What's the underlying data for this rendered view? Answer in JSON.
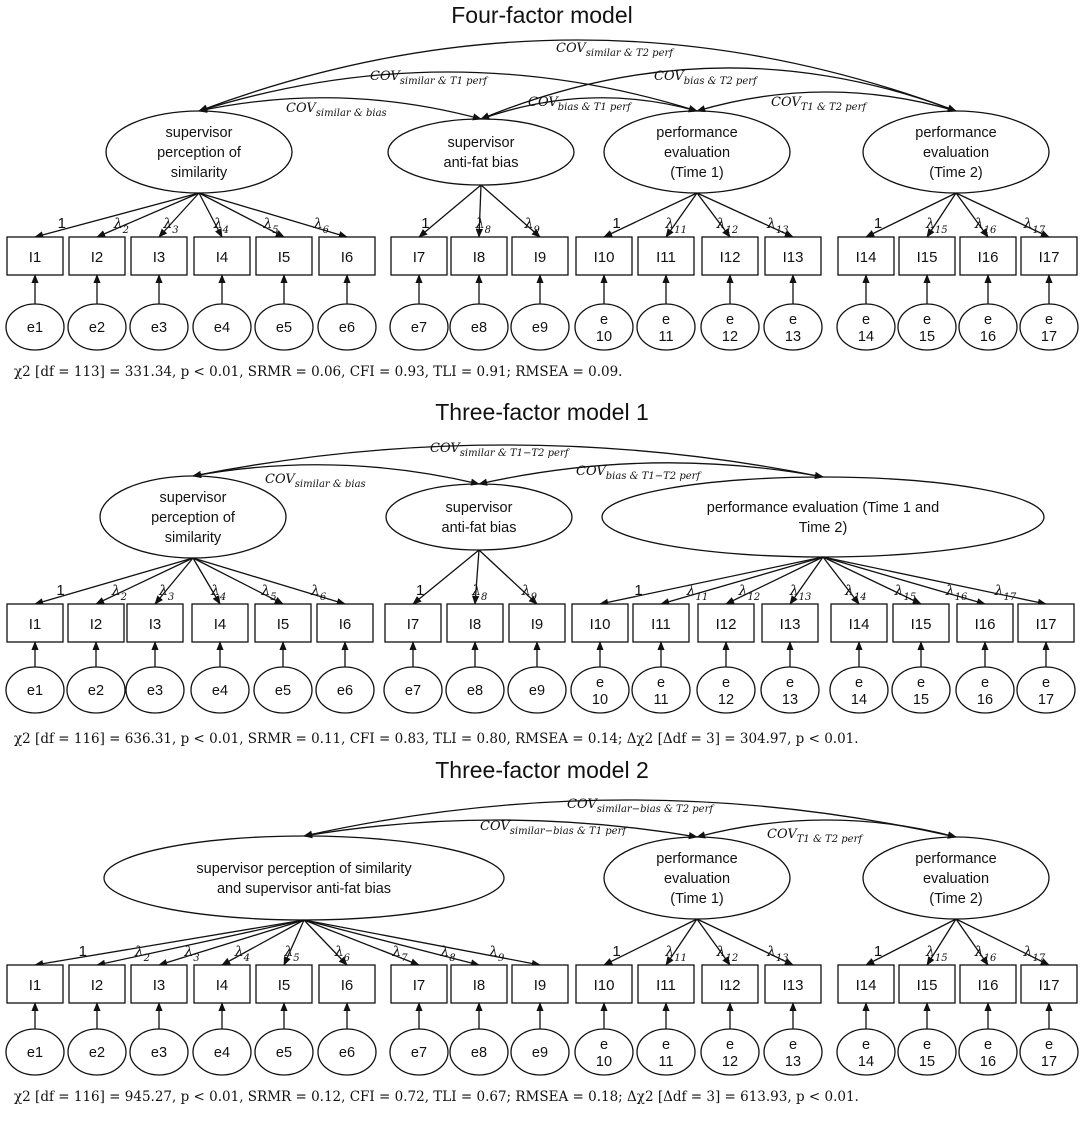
{
  "models": [
    {
      "title": "Four-factor model",
      "fit": "χ2 [df = 113] = 331.34, p < 0.01, SRMR = 0.06, CFI = 0.93, TLI = 0.91; RMSEA = 0.09.",
      "factors": [
        {
          "id": "sim",
          "lines": [
            "supervisor",
            "perception of",
            "similarity"
          ]
        },
        {
          "id": "bias",
          "lines": [
            "supervisor",
            "anti-fat bias"
          ]
        },
        {
          "id": "t1",
          "lines": [
            "performance",
            "evaluation",
            "(Time 1)"
          ]
        },
        {
          "id": "t2",
          "lines": [
            "performance",
            "evaluation",
            "(Time 2)"
          ]
        }
      ],
      "items": [
        "I1",
        "I2",
        "I3",
        "I4",
        "I5",
        "I6",
        "I7",
        "I8",
        "I9",
        "I10",
        "I11",
        "I12",
        "I13",
        "I14",
        "I15",
        "I16",
        "I17"
      ],
      "errors": [
        "e1",
        "e2",
        "e3",
        "e4",
        "e5",
        "e6",
        "e7",
        "e8",
        "e9",
        "e\n10",
        "e\n11",
        "e\n12",
        "e\n13",
        "e\n14",
        "e\n15",
        "e\n16",
        "e\n17"
      ],
      "loadings": [
        "1",
        "λ2",
        "λ3",
        "λ4",
        "λ5",
        "λ6",
        "1",
        "λ8",
        "λ9",
        "1",
        "λ11",
        "λ12",
        "λ13",
        "1",
        "λ15",
        "λ16",
        "λ17"
      ],
      "covariances": [
        {
          "main": "COV",
          "sub": "similar & T2 perf"
        },
        {
          "main": "COV",
          "sub": "similar & T1 perf"
        },
        {
          "main": "COV",
          "sub": "bias & T2 perf"
        },
        {
          "main": "COV",
          "sub": "similar & bias"
        },
        {
          "main": "COV",
          "sub": "bias & T1 perf"
        },
        {
          "main": "COV",
          "sub": "T1 & T2 perf"
        }
      ]
    },
    {
      "title": "Three-factor model 1",
      "fit": "χ2 [df = 116] = 636.31, p < 0.01, SRMR = 0.11, CFI = 0.83, TLI = 0.80, RMSEA = 0.14; Δχ2 [Δdf = 3] = 304.97, p < 0.01.",
      "factors": [
        {
          "id": "sim",
          "lines": [
            "supervisor",
            "perception of",
            "similarity"
          ]
        },
        {
          "id": "bias",
          "lines": [
            "supervisor",
            "anti-fat bias"
          ]
        },
        {
          "id": "perf",
          "lines": [
            "performance evaluation (Time 1 and",
            "Time 2)"
          ]
        }
      ],
      "items": [
        "I1",
        "I2",
        "I3",
        "I4",
        "I5",
        "I6",
        "I7",
        "I8",
        "I9",
        "I10",
        "I11",
        "I12",
        "I13",
        "I14",
        "I15",
        "I16",
        "I17"
      ],
      "errors": [
        "e1",
        "e2",
        "e3",
        "e4",
        "e5",
        "e6",
        "e7",
        "e8",
        "e9",
        "e\n10",
        "e\n11",
        "e\n12",
        "e\n13",
        "e\n14",
        "e\n15",
        "e\n16",
        "e\n17"
      ],
      "loadings": [
        "1",
        "λ2",
        "λ3",
        "λ4",
        "λ5",
        "λ6",
        "1",
        "λ8",
        "λ9",
        "1",
        "λ11",
        "λ12",
        "λ13",
        "λ14",
        "λ15",
        "λ16",
        "λ17"
      ],
      "covariances": [
        {
          "main": "COV",
          "sub": "similar & T1−T2 perf"
        },
        {
          "main": "COV",
          "sub": "similar & bias"
        },
        {
          "main": "COV",
          "sub": "bias & T1−T2 perf"
        }
      ]
    },
    {
      "title": "Three-factor model 2",
      "fit": "χ2 [df = 116] = 945.27, p < 0.01, SRMR = 0.12, CFI = 0.72, TLI = 0.67; RMSEA = 0.18; Δχ2 [Δdf = 3] = 613.93, p < 0.01.",
      "factors": [
        {
          "id": "simbias",
          "lines": [
            "supervisor perception of similarity",
            "and supervisor anti-fat bias"
          ]
        },
        {
          "id": "t1",
          "lines": [
            "performance",
            "evaluation",
            "(Time 1)"
          ]
        },
        {
          "id": "t2",
          "lines": [
            "performance",
            "evaluation",
            "(Time 2)"
          ]
        }
      ],
      "items": [
        "I1",
        "I2",
        "I3",
        "I4",
        "I5",
        "I6",
        "I7",
        "I8",
        "I9",
        "I10",
        "I11",
        "I12",
        "I13",
        "I14",
        "I15",
        "I16",
        "I17"
      ],
      "errors": [
        "e1",
        "e2",
        "e3",
        "e4",
        "e5",
        "e6",
        "e7",
        "e8",
        "e9",
        "e\n10",
        "e\n11",
        "e\n12",
        "e\n13",
        "e\n14",
        "e\n15",
        "e\n16",
        "e\n17"
      ],
      "loadings": [
        "1",
        "λ2",
        "λ3",
        "λ4",
        "λ5",
        "λ6",
        "λ7",
        "λ8",
        "λ9",
        "1",
        "λ11",
        "λ12",
        "λ13",
        "1",
        "λ15",
        "λ16",
        "λ17"
      ],
      "covariances": [
        {
          "main": "COV",
          "sub": "similar−bias & T2 perf"
        },
        {
          "main": "COV",
          "sub": "similar−bias & T1 perf"
        },
        {
          "main": "COV",
          "sub": "T1 & T2 perf"
        }
      ]
    }
  ]
}
